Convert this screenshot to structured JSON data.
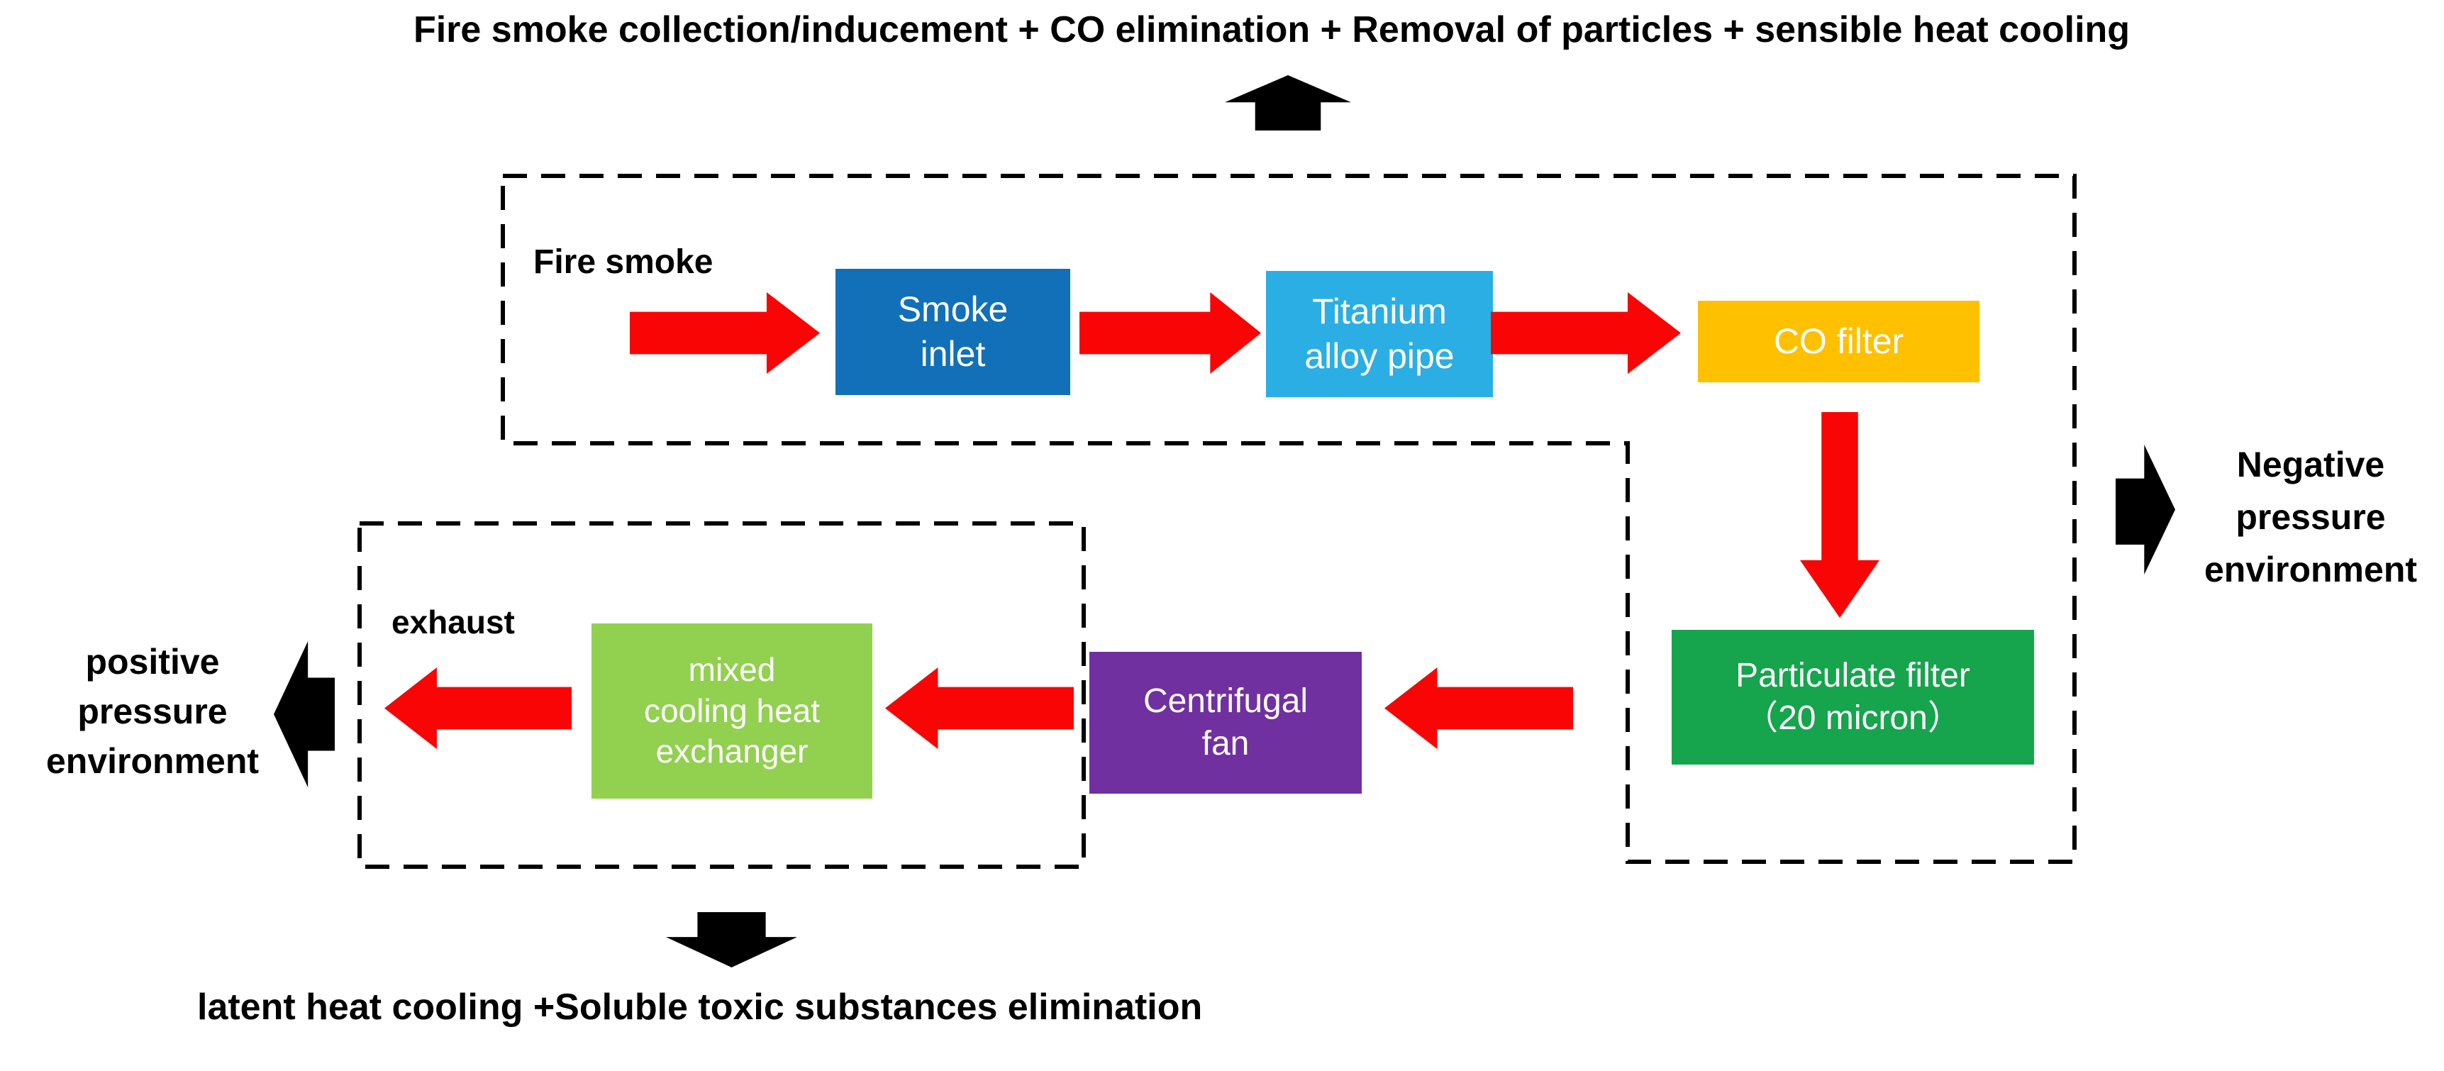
{
  "title": "Fire smoke collection/inducement + CO elimination + Removal of particles + sensible heat cooling",
  "bottom_caption": "latent heat cooling +Soluble toxic substances elimination",
  "stage1": {
    "input_label": "Fire smoke",
    "smoke_inlet": {
      "line1": "Smoke",
      "line2": "inlet",
      "color": "#1170B8"
    },
    "titanium_pipe": {
      "line1": "Titanium",
      "line2": "alloy pipe",
      "color": "#2BAEE4"
    },
    "co_filter": {
      "label": "CO filter",
      "color": "#FFC000"
    }
  },
  "stage2": {
    "particulate_filter": {
      "line1": "Particulate filter",
      "line2": "（20 micron）",
      "color": "#16A44D"
    }
  },
  "stage3": {
    "exhaust_label": "exhaust",
    "centrifugal_fan": {
      "line1": "Centrifugal",
      "line2": "fan",
      "color": "#7030A0"
    },
    "heat_exchanger": {
      "line1": "mixed",
      "line2": "cooling heat",
      "line3": "exchanger",
      "color": "#92D050"
    }
  },
  "environment_labels": {
    "negative": {
      "line1": "Negative",
      "line2": "pressure",
      "line3": "environment"
    },
    "positive": {
      "line1": "positive",
      "line2": "pressure",
      "line3": "environment"
    }
  },
  "colors": {
    "flow_arrow_red": "#F90505",
    "block_arrow_black": "#000000",
    "dashed_border": "#000000",
    "box_text": "#FFFFFF",
    "background": "#FFFFFF"
  },
  "icons": {
    "collection_output": "up-block-arrow",
    "latent_heat_output": "down-block-arrow",
    "negative_environment": "right-block-arrow",
    "positive_environment": "left-block-arrow",
    "process_flow": "red-block-arrow"
  }
}
